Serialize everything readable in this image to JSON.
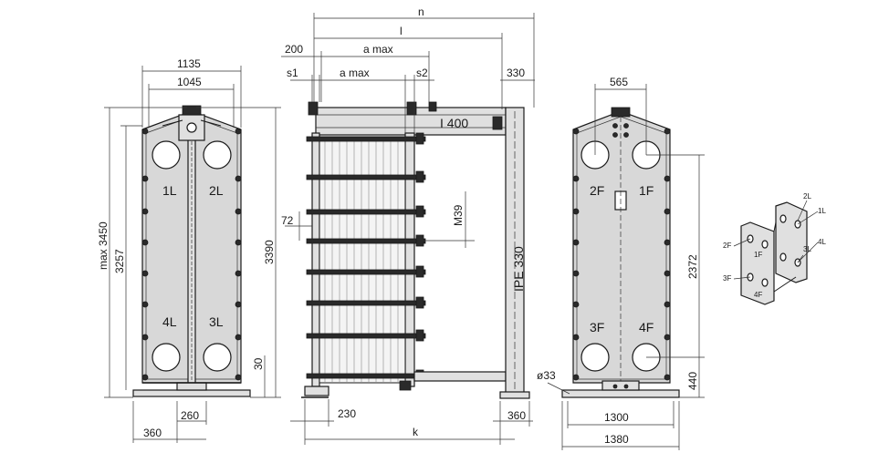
{
  "left_view": {
    "dims": {
      "top_outer": "1135",
      "top_inner": "1045",
      "max_height": "max 3450",
      "height_inner": "3257",
      "height_right": "3390",
      "foot_height": "30",
      "base_inner": "260",
      "base_outer": "360"
    },
    "ports": [
      "1L",
      "2L",
      "4L",
      "3L"
    ]
  },
  "middle_view": {
    "dims": {
      "n": "n",
      "l": "l",
      "offset_200": "200",
      "a_max_top": "a max",
      "s1": "s1",
      "a_max": "a max",
      "s2": "s2",
      "frame_330": "330",
      "beam_top": "I 400",
      "bolt_spacing": "72",
      "bolt": "M39",
      "column": "IPE 330",
      "foot_230": "230",
      "foot_360": "360",
      "k": "k"
    }
  },
  "right_view": {
    "dims": {
      "top_565": "565",
      "height_2372": "2372",
      "height_440": "440",
      "hole": "ø33",
      "base_inner": "1300",
      "base_outer": "1380"
    },
    "ports": [
      "2F",
      "1F",
      "3F",
      "4F"
    ]
  },
  "iso_view": {
    "labels": [
      "2L",
      "1L",
      "3L",
      "4L",
      "2F",
      "1F",
      "4F",
      "3F"
    ]
  }
}
